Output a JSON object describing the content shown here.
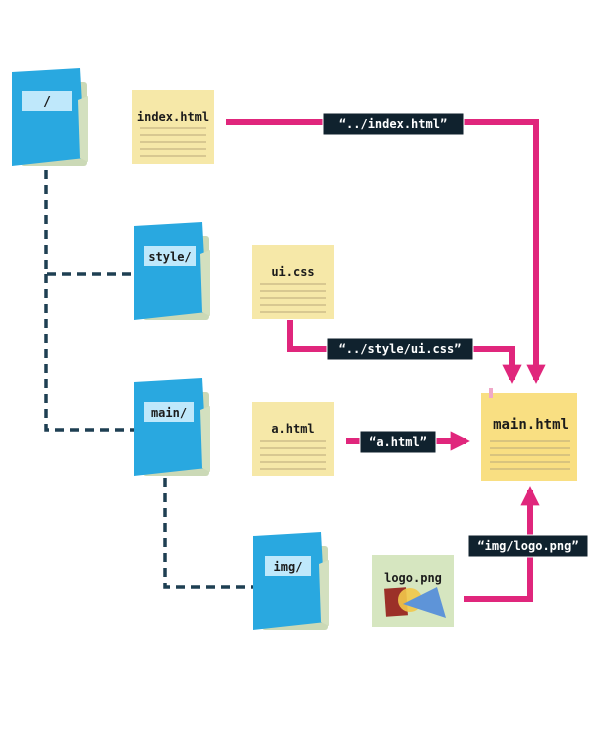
{
  "folders": {
    "root": "/",
    "style": "style/",
    "main": "main/",
    "img": "img/"
  },
  "files": {
    "index": "index.html",
    "ui_css": "ui.css",
    "a_html": "a.html",
    "main_html": "main.html",
    "logo": "logo.png"
  },
  "paths": {
    "to_index": "“../index.html”",
    "to_css": "“../style/ui.css”",
    "to_a": "“a.html”",
    "to_logo": "“img/logo.png”"
  },
  "colors": {
    "folder": "#29a8e0",
    "folder_back": "#cbd9b6",
    "file": "#f6e8a8",
    "main_file": "#f9df82",
    "image_file": "#d6e6c0",
    "arrow": "#e0267c",
    "tree_line": "#1e3f52",
    "path_label_bg": "#10222e"
  }
}
